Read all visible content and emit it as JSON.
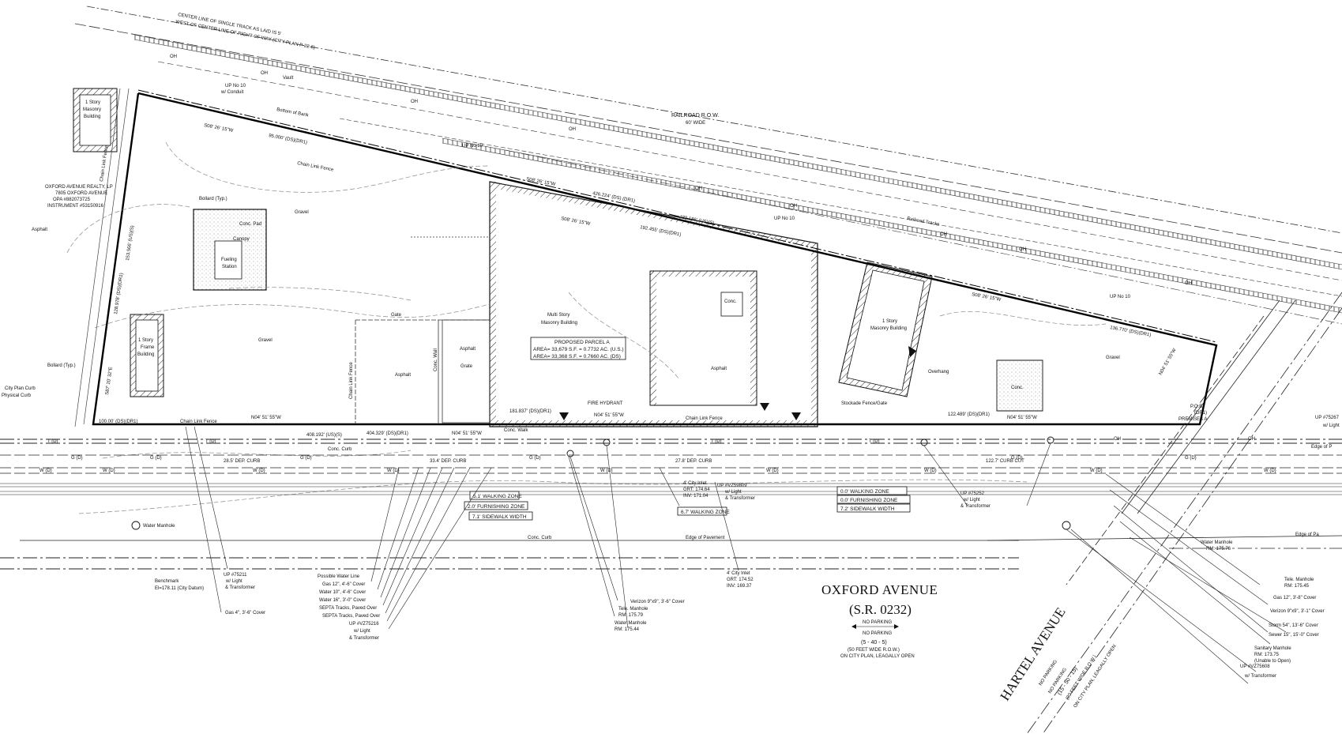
{
  "plan": {
    "railroad": {
      "track_note_1": "CENTER LINE OF SINGLE TRACK AS LAID IS 5'",
      "track_note_2": "WEST OF CENTER LINE OF RIGHT OF WAY (CITY PLAN P-22-6)",
      "row_label": "RAILROAD R.O.W.",
      "row_width": "60' WIDE",
      "tracks_label": "Railroad Tracks",
      "bottom_of_bank": "Bottom of Bank"
    },
    "utility_notes": {
      "up_10_conduit_a": "UP No 10",
      "conduit": "w/ Conduit",
      "up_10_b": "UP No 10",
      "up_10_c": "UP No 10",
      "up_10_d": "UP No 10",
      "vault": "Vault",
      "oh": "OH"
    },
    "bearings": {
      "b1": "S08' 26' 15\"W",
      "d1": "95.000' (DS)(DR1)",
      "b2": "S08' 26' 15\"W",
      "d2": "426.224' (DS) (DR1)",
      "d3": "428.186' (US)(S)",
      "b3": "S08' 26' 15\"W",
      "d4": "192.455' (DS)(DR1)",
      "b4": "S08' 26' 15\"W",
      "d5": "136.770' (DS)(DR1)",
      "west_1": "153.566' (US)(S)",
      "west_2": "128.978' (DS)(DR1)",
      "west_b": "S87' 20' 32\"E",
      "south_1": "100.00' (DS)(DR1)",
      "south_2": "404.329' (DS)(DR1)",
      "south_3": "408.192' (US)(S)",
      "south_b1": "N04' 51' 55\"W",
      "south_b2": "N04' 51' 55\"W",
      "south_b3": "N04' 51' 55\"W",
      "south_b4": "N04' 51' 55\"W",
      "south_4": "181.837' (DS)(DR1)",
      "south_5": "122.489' (DS)(DR1)",
      "east_b": "N04' 51' 55\"W"
    },
    "owner": {
      "line1": "OXFORD AVENUE REALTY, LP",
      "line2": "7805 OXFORD AVENUE",
      "line3": "OPA #882073725",
      "line4": "INSTRUMENT #53150916"
    },
    "structures": {
      "masonry_1": "1 Story",
      "masonry_1b": "Masonry",
      "masonry_1c": "Building",
      "frame_1": "1 Story",
      "frame_1b": "Frame",
      "frame_1c": "Building",
      "canopy_pad": "Conc. Pad",
      "canopy": "Canopy",
      "fueling": "Fueling",
      "station": "Station",
      "bollard": "Bollard (Typ.)",
      "bollard_2": "Bollard (Typ.)",
      "multi_story_1": "Multi Story",
      "multi_story_2": "Masonry Building",
      "masonry_2": "1 Story",
      "masonry_2b": "Masonry Building",
      "conc": "Conc.",
      "conc_2": "Conc.",
      "conc_walk": "Conc. Walk",
      "asphalt": "Asphalt",
      "asphalt_2": "Asphalt",
      "asphalt_3": "Asphalt",
      "asphalt_4": "Asphalt",
      "gravel": "Gravel",
      "gravel_2": "Gravel",
      "gravel_3": "Gravel",
      "gate": "Gate",
      "gate_2": "Grate",
      "overhang": "Overhang",
      "stockade": "Stockade Fence/Gate",
      "chain_link": "Chain Link Fence",
      "chain_link_2": "Chain Link Fence",
      "chain_link_3": "Chain Link Fence",
      "chain_link_4": "Chain Link Fence",
      "chain_link_5": "Chain Link Fence",
      "conc_wall": "Conc. Wall",
      "pob_1": "P.O.B.",
      "pob_2": "(DR1)",
      "premises": "PREMISES A",
      "city_plan_curb": "City Plan Curb",
      "physical_curb": "Physical Curb"
    },
    "parcel": {
      "line1": "PROPOSED PARCEL A",
      "line2": "AREA= 33,679 S.F. = 0.7732 AC. (U.S.)",
      "line3": "AREA= 33,368 S.F. = 0.7660 AC. (DS)"
    },
    "zones": {
      "walk_51": "5.1' WALKING ZONE",
      "furn_20": "2.0' FURNISHING ZONE",
      "sidewalk_71": "7.1' SIDEWALK WIDTH",
      "walk_67": "6.7' WALKING ZONE",
      "walk_00": "0.0' WALKING ZONE",
      "furn_00": "0.0' FURNISHING ZONE",
      "sidewalk_72": "7.2' SIDEWALK WIDTH",
      "curb_1": "28.5' DEP. CURB",
      "curb_2": "33.4' DEP. CURB",
      "curb_3": "27.8' DEP. CURB",
      "curb_4": "122.7' CURB CUT"
    },
    "street_labels": {
      "fire_hydrant": "FIRE HYDRANT",
      "conc_curb": "Conc. Curb",
      "conc_curb_2": "Conc. Curb",
      "edge_pavement": "Edge of Pavement",
      "edge_pavement_2": "Edge of Pa",
      "edge_2": "Edge of P",
      "water_manhole": "Water Manhole",
      "water_manhole_2": "Water Manhole",
      "water_manhole_rm": "RM: 175.76",
      "benchmark": "Benchmark",
      "benchmark_el": "El=178.11 (City Datum)",
      "up_75211": "UP #75211",
      "up_light": "w/ Light",
      "up_transformer": "& Transformer",
      "gas_4": "Gas 4\", 3'-6\" Cover",
      "poss_water": "Possible Water Line",
      "gas_12a": "Gas 12\", 4'-6\" Cover",
      "water_10": "Water 10\", 4'-6\" Cover",
      "water_16": "Water 16\", 3'-0\" Cover",
      "septa_1": "SEPTA Tracks, Paved Over",
      "septa_2": "SEPTA Tracks, Paved Over",
      "up_vz75216": "UP #VZ75216",
      "up_vz_light": "w/ Light",
      "up_vz_trans": "& Transformer",
      "verizon_1": "Verizon 9\"x9\", 3'-6\" Cover",
      "tele_mh": "Tele. Manhole",
      "tele_rm": "RM: 175.79",
      "water_mh": "Water Manhole",
      "water_rm": "RM: 175.44",
      "city_inlet_1": "4' City Inlet",
      "city_inlet_1b": "GRT: 174.64",
      "city_inlet_1c": "INV: 171.04",
      "city_inlet_2": "4' City Inlet",
      "city_inlet_2b": "GRT: 174.52",
      "city_inlet_2c": "INV: 169.37",
      "up_vz59809": "UP #VZ59809",
      "up_vz59809_b": "w/ Light",
      "up_vz59809_c": "& Transformer",
      "up_75252": "UP #75252",
      "up_75252_b": "w/ Light",
      "up_75252_c": "& Transformer",
      "up_75267": "UP #75267",
      "up_75267_b": "w/ Light",
      "tele_mh_2": "Tele. Manhole",
      "tele_rm_2": "RM: 175.45",
      "gas_12b": "Gas 12\", 3'-8\" Cover",
      "verizon_2": "Verizon 9\"x9\", 3'-1\" Cover",
      "storm": "Storm 54\", 13'-6\" Cover",
      "sewer": "Sewer 15\", 15'-0\" Cover",
      "san_mh": "Sanitary Manhole",
      "san_rm": "RM: 173.75",
      "san_note": "(Unable to Open)",
      "up_vz75608": "UP #VZ75608",
      "up_vz75608_b": "w/ Transformer"
    },
    "oxford": {
      "name": "OXFORD AVENUE",
      "sr": "(S.R. 0232)",
      "no_parking_1": "NO PARKING",
      "no_parking_2": "NO PARKING",
      "lanes": "(5 - 40 - 5)",
      "width": "(50 FEET WIDE R.O.W.)",
      "plan": "ON CITY PLAN, LEAGALLY OPEN"
    },
    "hartel": {
      "name": "HARTEL AVENUE",
      "no_parking_1": "NO PARKING",
      "no_parking_2": "NO PARKING",
      "lanes": "(15 - 50 - 15)",
      "width": "(80 FEET WIDE R.O.W.)",
      "plan": "ON CITY PLAN, LEAGALLY OPEN"
    },
    "utility_codes": {
      "w": "W (D)",
      "g": "G (D)",
      "t": "T (D)",
      "oh": "OH",
      "e": "E (D)"
    },
    "colors": {
      "ink": "#111111",
      "grid": "#555555",
      "faint": "#9a9a9a"
    }
  }
}
